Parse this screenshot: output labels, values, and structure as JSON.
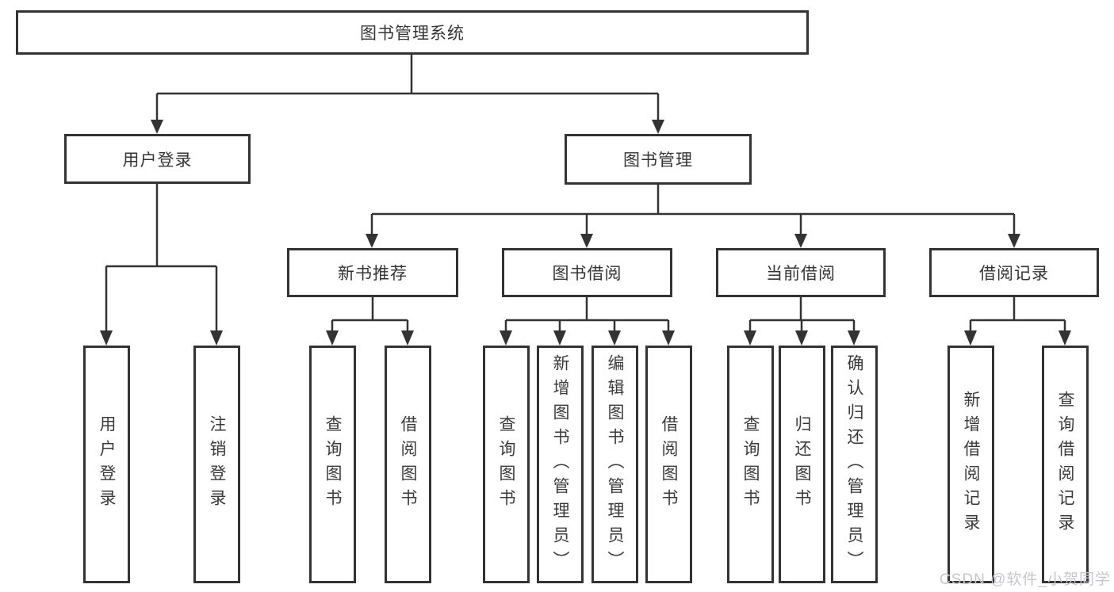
{
  "tree": {
    "root": {
      "label": "图书管理系统"
    },
    "children": [
      {
        "label": "用户登录",
        "children": [
          {
            "label": "用户登录"
          },
          {
            "label": "注销登录"
          }
        ]
      },
      {
        "label": "图书管理",
        "children": [
          {
            "label": "新书推荐",
            "children": [
              {
                "label": "查询图书"
              },
              {
                "label": "借阅图书"
              }
            ]
          },
          {
            "label": "图书借阅",
            "children": [
              {
                "label": "查询图书"
              },
              {
                "label": "新增图书（管理员）"
              },
              {
                "label": "编辑图书（管理员）"
              },
              {
                "label": "借阅图书"
              }
            ]
          },
          {
            "label": "当前借阅",
            "children": [
              {
                "label": "查询图书"
              },
              {
                "label": "归还图书"
              },
              {
                "label": "确认归还（管理员）"
              }
            ]
          },
          {
            "label": "借阅记录",
            "children": [
              {
                "label": "新增借阅记录"
              },
              {
                "label": "查询借阅记录"
              }
            ]
          }
        ]
      }
    ]
  },
  "watermark": {
    "text": "CSDN @软件_小贺同学"
  },
  "colors": {
    "line": "#333333",
    "text": "#3a3a3a",
    "watermark": "#c4c7cd",
    "background": "#ffffff"
  }
}
